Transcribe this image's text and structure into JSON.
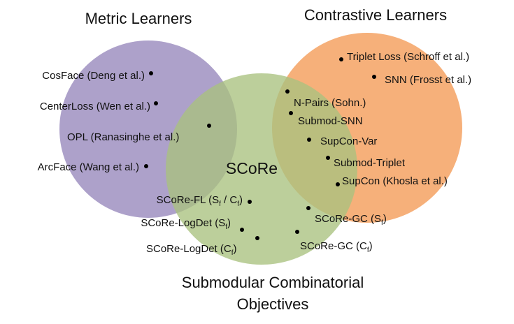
{
  "sets": {
    "metric": {
      "title": "Metric Learners",
      "color": "#8e7db5"
    },
    "contrastive": {
      "title": "Contrastive Learners",
      "color": "#f39a55"
    },
    "submodular": {
      "title_line1": "Submodular Combinatorial",
      "title_line2": "Objectives",
      "color": "#a9c17f"
    }
  },
  "center_label": "SCoRe",
  "items": {
    "cosface": "CosFace (Deng et al.)",
    "centerloss": "CenterLoss (Wen et al.)",
    "opl": "OPL (Ranasinghe et al.)",
    "arcface": "ArcFace (Wang et al.)",
    "triplet_loss": "Triplet Loss (Schroff et al.)",
    "snn": "SNN (Frosst et al.)",
    "npairs": "N-Pairs (Sohn.)",
    "submod_snn": "Submod-SNN",
    "supcon_var": "SupCon-Var",
    "submod_triplet": "Submod-Triplet",
    "supcon": "SupCon (Khosla et al.)",
    "score_fl": {
      "prefix": "SCoRe-FL (S",
      "sub1": "f",
      "mid": " / C",
      "sub2": "f",
      "suffix": ")"
    },
    "score_logdet_s": {
      "prefix": "SCoRe-LogDet (S",
      "sub": "f",
      "suffix": ")"
    },
    "score_logdet_c": {
      "prefix": "SCoRe-LogDet (C",
      "sub": "f",
      "suffix": ")"
    },
    "score_gc_s": {
      "prefix": "SCoRe-GC (S",
      "sub": "f",
      "suffix": ")"
    },
    "score_gc_c": {
      "prefix": "SCoRe-GC (C",
      "sub": "f",
      "suffix": ")"
    }
  }
}
